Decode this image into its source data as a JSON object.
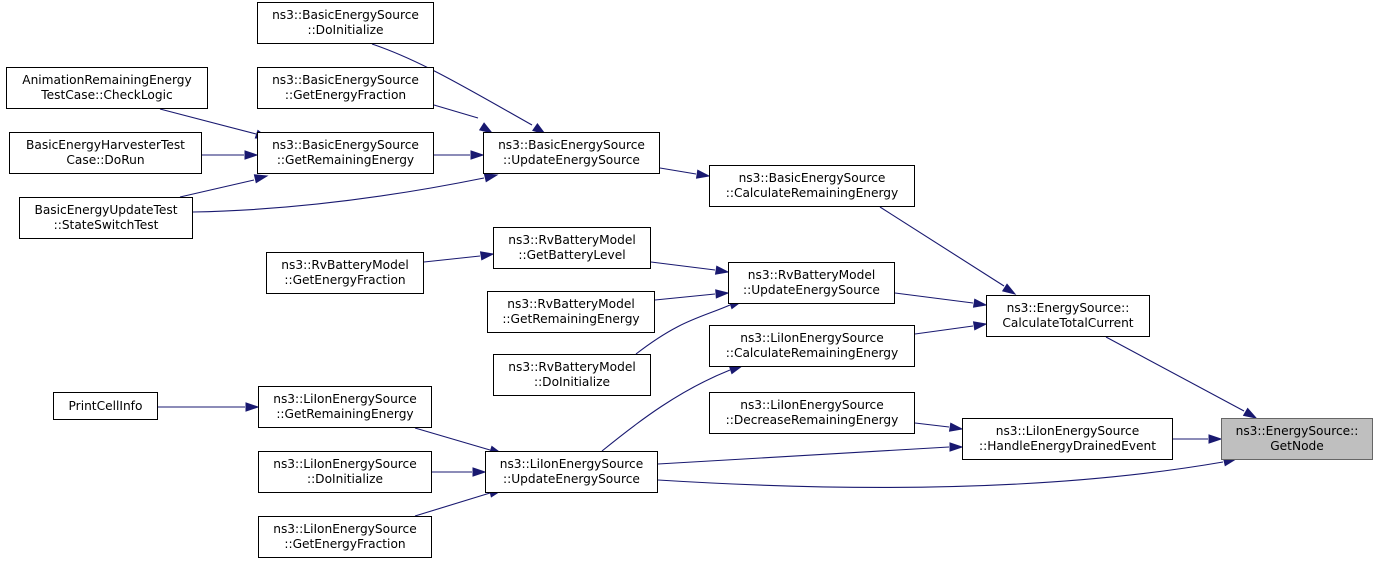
{
  "graph": {
    "nodes": {
      "n1": {
        "lines": [
          "ns3::BasicEnergySource",
          "::DoInitialize"
        ]
      },
      "n2": {
        "lines": [
          "AnimationRemainingEnergy",
          "TestCase::CheckLogic"
        ]
      },
      "n3": {
        "lines": [
          "ns3::BasicEnergySource",
          "::GetEnergyFraction"
        ]
      },
      "n4": {
        "lines": [
          "BasicEnergyHarvesterTest",
          "Case::DoRun"
        ]
      },
      "n5": {
        "lines": [
          "ns3::BasicEnergySource",
          "::GetRemainingEnergy"
        ]
      },
      "n6": {
        "lines": [
          "ns3::BasicEnergySource",
          "::UpdateEnergySource"
        ]
      },
      "n7": {
        "lines": [
          "BasicEnergyUpdateTest",
          "::StateSwitchTest"
        ]
      },
      "n8": {
        "lines": [
          "ns3::BasicEnergySource",
          "::CalculateRemainingEnergy"
        ]
      },
      "n9": {
        "lines": [
          "ns3::RvBatteryModel",
          "::GetBatteryLevel"
        ]
      },
      "n10": {
        "lines": [
          "ns3::RvBatteryModel",
          "::GetEnergyFraction"
        ]
      },
      "n11": {
        "lines": [
          "ns3::RvBatteryModel",
          "::UpdateEnergySource"
        ]
      },
      "n12": {
        "lines": [
          "ns3::RvBatteryModel",
          "::GetRemainingEnergy"
        ]
      },
      "n13": {
        "lines": [
          "ns3::EnergySource::",
          "CalculateTotalCurrent"
        ]
      },
      "n14": {
        "lines": [
          "ns3::LiIonEnergySource",
          "::CalculateRemainingEnergy"
        ]
      },
      "n15": {
        "lines": [
          "ns3::RvBatteryModel",
          "::DoInitialize"
        ]
      },
      "n16": {
        "lines": [
          "PrintCellInfo"
        ]
      },
      "n17": {
        "lines": [
          "ns3::LiIonEnergySource",
          "::GetRemainingEnergy"
        ]
      },
      "n18": {
        "lines": [
          "ns3::LiIonEnergySource",
          "::DecreaseRemainingEnergy"
        ]
      },
      "n19": {
        "lines": [
          "ns3::LiIonEnergySource",
          "::HandleEnergyDrainedEvent"
        ]
      },
      "n20": {
        "lines": [
          "ns3::EnergySource::",
          "GetNode"
        ],
        "highlighted": true
      },
      "n21": {
        "lines": [
          "ns3::LiIonEnergySource",
          "::DoInitialize"
        ]
      },
      "n22": {
        "lines": [
          "ns3::LiIonEnergySource",
          "::UpdateEnergySource"
        ]
      },
      "n23": {
        "lines": [
          "ns3::LiIonEnergySource",
          "::GetEnergyFraction"
        ]
      }
    },
    "edges": [
      {
        "from": "n1",
        "to": "n6"
      },
      {
        "from": "n3",
        "to": "n6"
      },
      {
        "from": "n5",
        "to": "n6"
      },
      {
        "from": "n7",
        "to": "n6"
      },
      {
        "from": "n2",
        "to": "n5"
      },
      {
        "from": "n4",
        "to": "n5"
      },
      {
        "from": "n7",
        "to": "n5"
      },
      {
        "from": "n6",
        "to": "n8"
      },
      {
        "from": "n8",
        "to": "n13"
      },
      {
        "from": "n10",
        "to": "n9"
      },
      {
        "from": "n9",
        "to": "n11"
      },
      {
        "from": "n12",
        "to": "n11"
      },
      {
        "from": "n15",
        "to": "n11"
      },
      {
        "from": "n11",
        "to": "n13"
      },
      {
        "from": "n14",
        "to": "n13"
      },
      {
        "from": "n13",
        "to": "n20"
      },
      {
        "from": "n16",
        "to": "n17"
      },
      {
        "from": "n17",
        "to": "n22"
      },
      {
        "from": "n21",
        "to": "n22"
      },
      {
        "from": "n23",
        "to": "n22"
      },
      {
        "from": "n22",
        "to": "n14"
      },
      {
        "from": "n22",
        "to": "n19"
      },
      {
        "from": "n22",
        "to": "n20"
      },
      {
        "from": "n18",
        "to": "n19"
      },
      {
        "from": "n19",
        "to": "n20"
      }
    ],
    "colors": {
      "edge": "#191970",
      "node_border": "#000000",
      "node_fill": "#ffffff",
      "highlight_fill": "#bfbfbf",
      "highlight_border": "#666666"
    }
  }
}
